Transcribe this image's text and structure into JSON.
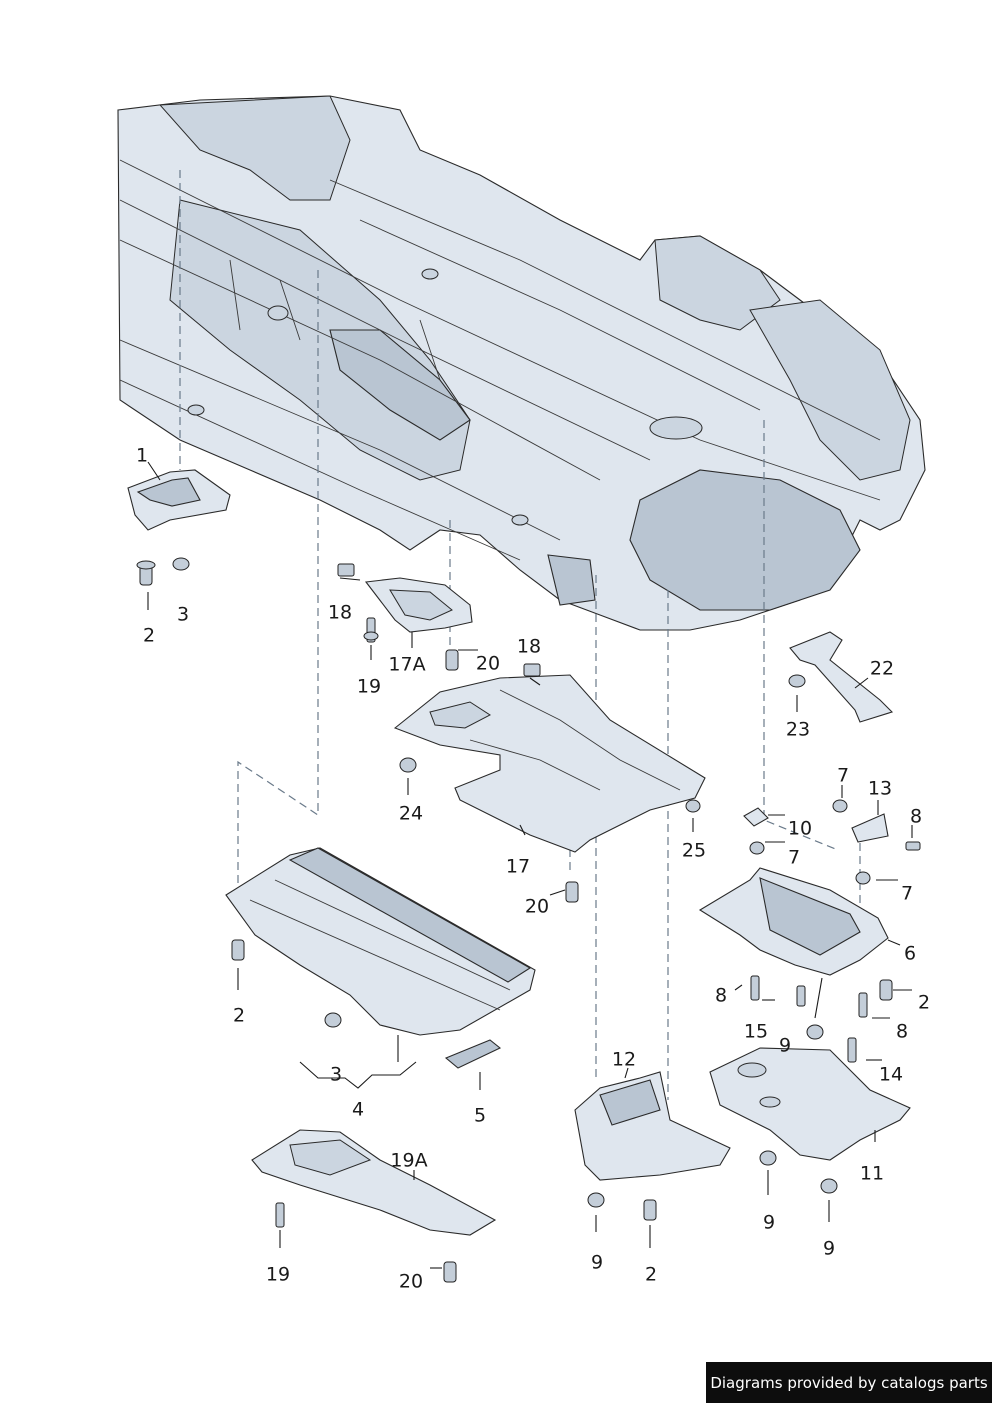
{
  "labels": [
    {
      "id": "1",
      "text": "1"
    },
    {
      "id": "2a",
      "text": "2"
    },
    {
      "id": "3a",
      "text": "3"
    },
    {
      "id": "18a",
      "text": "18"
    },
    {
      "id": "19a",
      "text": "19"
    },
    {
      "id": "17A",
      "text": "17A"
    },
    {
      "id": "20a",
      "text": "20"
    },
    {
      "id": "18b",
      "text": "18"
    },
    {
      "id": "22",
      "text": "22"
    },
    {
      "id": "23",
      "text": "23"
    },
    {
      "id": "24",
      "text": "24"
    },
    {
      "id": "17",
      "text": "17"
    },
    {
      "id": "25",
      "text": "25"
    },
    {
      "id": "20b",
      "text": "20"
    },
    {
      "id": "7a",
      "text": "7"
    },
    {
      "id": "13",
      "text": "13"
    },
    {
      "id": "8a",
      "text": "8"
    },
    {
      "id": "10",
      "text": "10"
    },
    {
      "id": "7b",
      "text": "7"
    },
    {
      "id": "7c",
      "text": "7"
    },
    {
      "id": "6",
      "text": "6"
    },
    {
      "id": "8b",
      "text": "8"
    },
    {
      "id": "2b",
      "text": "2"
    },
    {
      "id": "8c",
      "text": "8"
    },
    {
      "id": "15",
      "text": "15"
    },
    {
      "id": "9a",
      "text": "9"
    },
    {
      "id": "14",
      "text": "14"
    },
    {
      "id": "2c",
      "text": "2"
    },
    {
      "id": "3b",
      "text": "3"
    },
    {
      "id": "4",
      "text": "4"
    },
    {
      "id": "5",
      "text": "5"
    },
    {
      "id": "12",
      "text": "12"
    },
    {
      "id": "11",
      "text": "11"
    },
    {
      "id": "19Aa",
      "text": "19A"
    },
    {
      "id": "19b",
      "text": "19"
    },
    {
      "id": "20c",
      "text": "20"
    },
    {
      "id": "9b",
      "text": "9"
    },
    {
      "id": "2d",
      "text": "2"
    },
    {
      "id": "9c",
      "text": "9"
    },
    {
      "id": "9d",
      "text": "9"
    }
  ],
  "footer": {
    "text": "Diagrams provided by catalogs parts"
  }
}
